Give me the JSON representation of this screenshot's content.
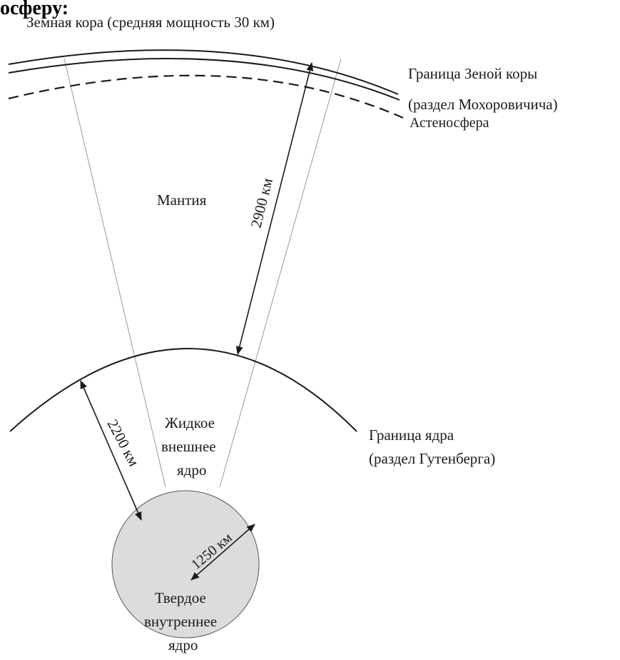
{
  "heading_fragment": "осферу:",
  "labels": {
    "crust_top": "Земная кора (средняя мощность 30 км)",
    "crust_boundary_line1": "Граница Зеной коры",
    "crust_boundary_line2": "(раздел Мохоровичича)",
    "asthenosphere": "Астеносфера",
    "mantle": "Мантия",
    "mantle_thickness": "2900 км",
    "outer_core_line1": "Жидкое",
    "outer_core_line2": "внешнее",
    "outer_core_line3": "ядро",
    "core_boundary_line1": "Граница ядра",
    "core_boundary_line2": "(раздел Гутенберга)",
    "outer_core_thickness": "2200 км",
    "inner_core_radius": "1250 км",
    "inner_core_line1": "Твердое",
    "inner_core_line2": "внутреннее",
    "inner_core_line3": "ядро"
  },
  "colors": {
    "inner_core_fill": "#dcdcdc",
    "line": "#1a1a1a",
    "guide_line": "#9a9a9a"
  }
}
